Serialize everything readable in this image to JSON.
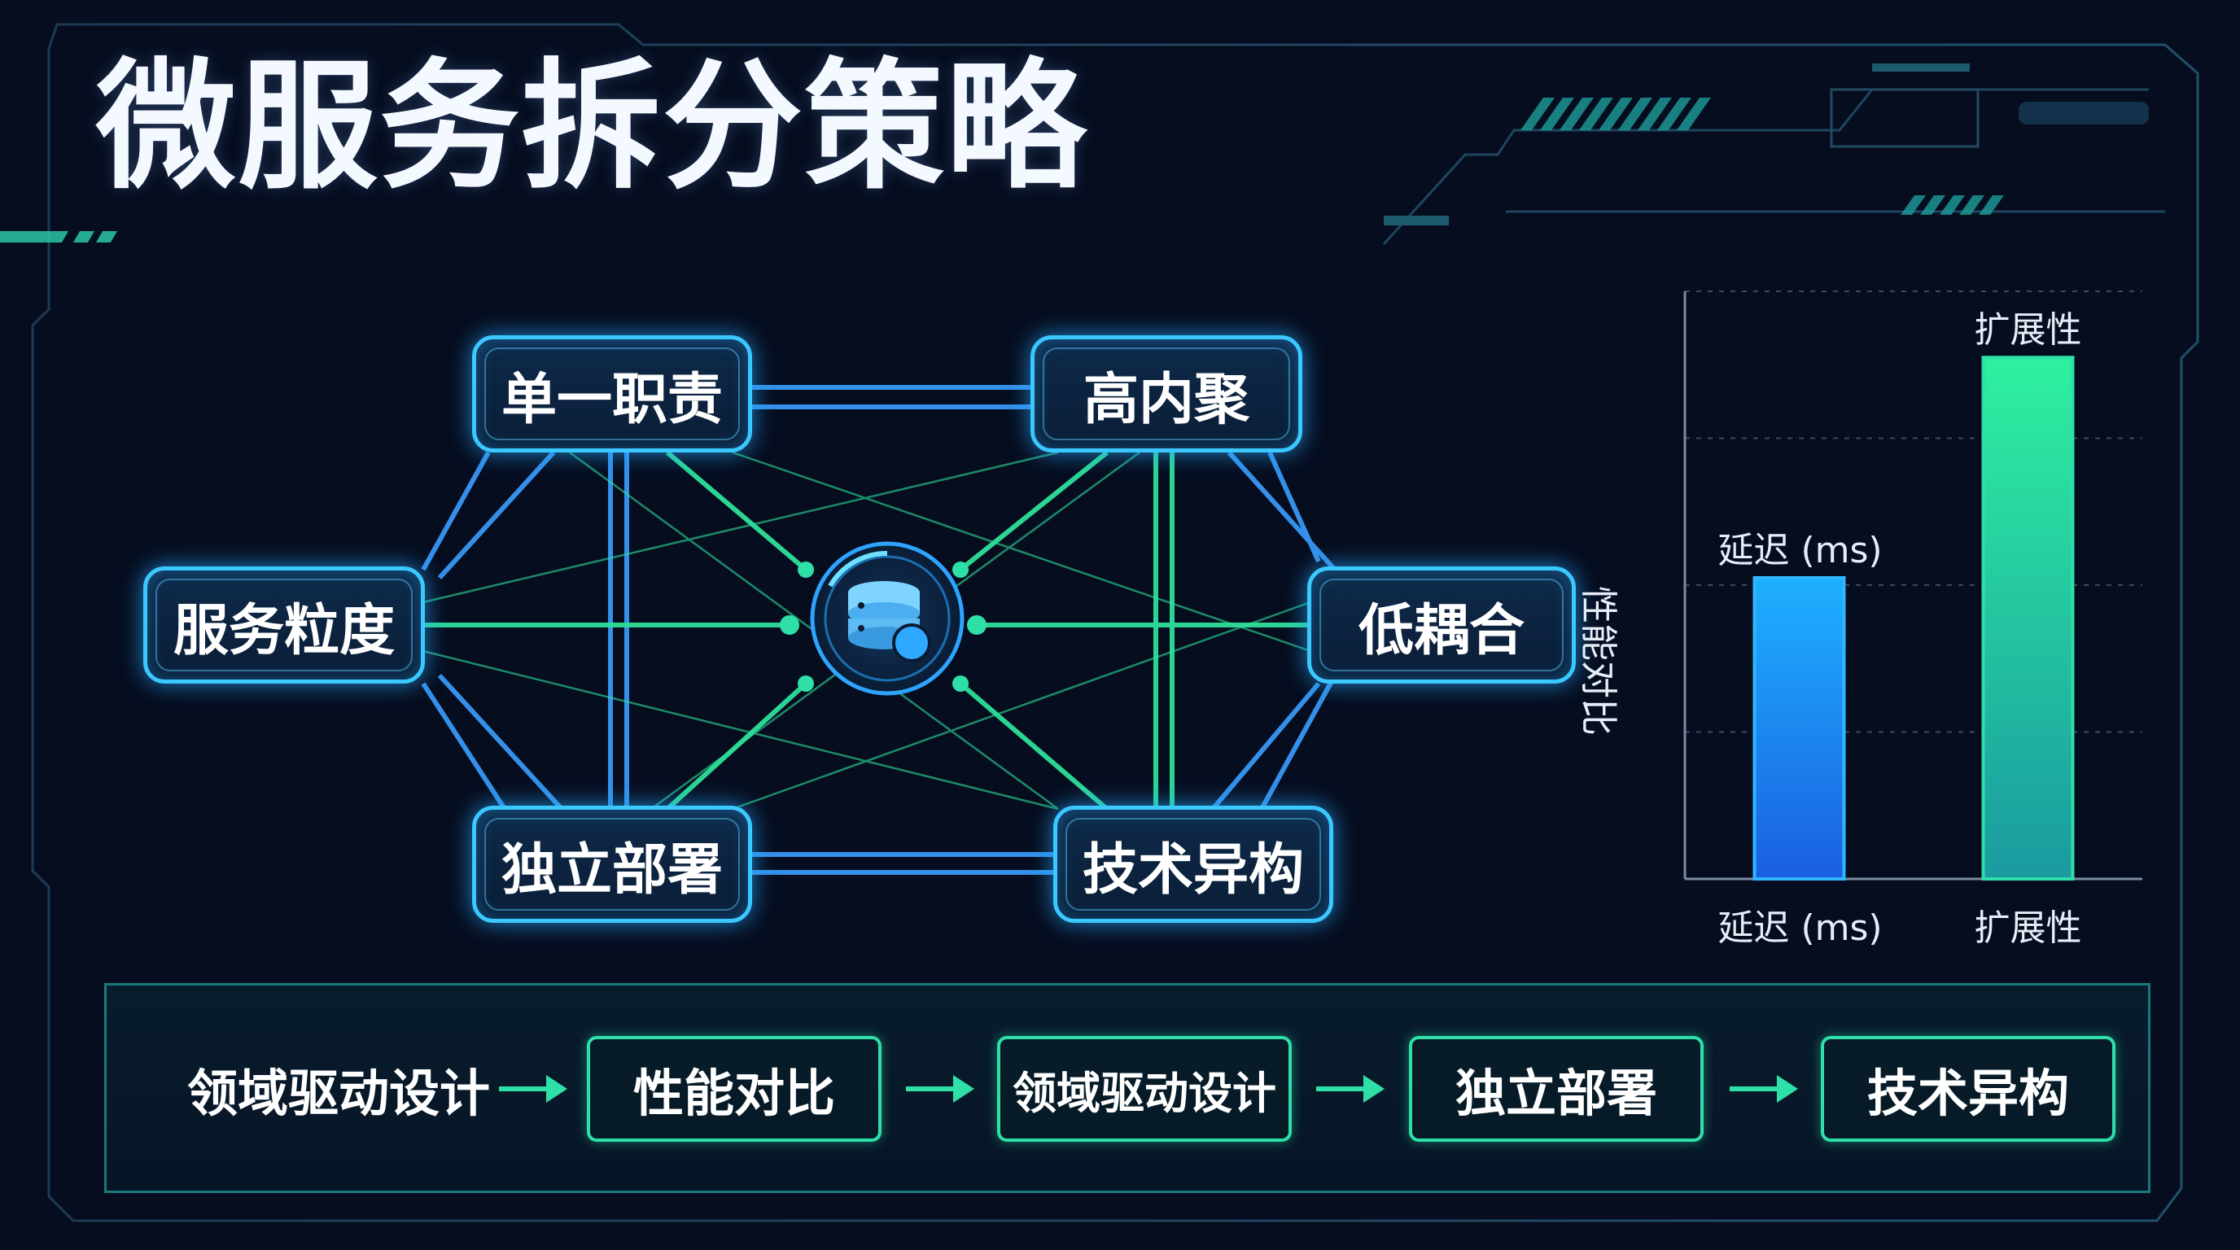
{
  "title": "微服务拆分策略",
  "diagram": {
    "center_icon": "database-icon",
    "nodes": {
      "single_responsibility": "单一职责",
      "high_cohesion": "高内聚",
      "service_granularity": "服务粒度",
      "low_coupling": "低耦合",
      "independent_deploy": "独立部署",
      "tech_heterogeneity": "技术异构"
    }
  },
  "chart_data": {
    "type": "bar",
    "categories": [
      "延迟 (ms)",
      "扩展性"
    ],
    "values": [
      41,
      71
    ],
    "xlabel": "",
    "ylabel": "性能对比",
    "ylim": [
      0,
      80
    ],
    "grid": true,
    "bar_labels": [
      "延迟 (ms)",
      "扩展性"
    ]
  },
  "flow": {
    "steps": [
      "领域驱动设计",
      "性能对比",
      "领域驱动设计",
      "独立部署",
      "技术异构"
    ]
  },
  "colors": {
    "accent_blue": "#3ac8ff",
    "accent_green": "#2ee0a8",
    "background": "#060d1f"
  }
}
